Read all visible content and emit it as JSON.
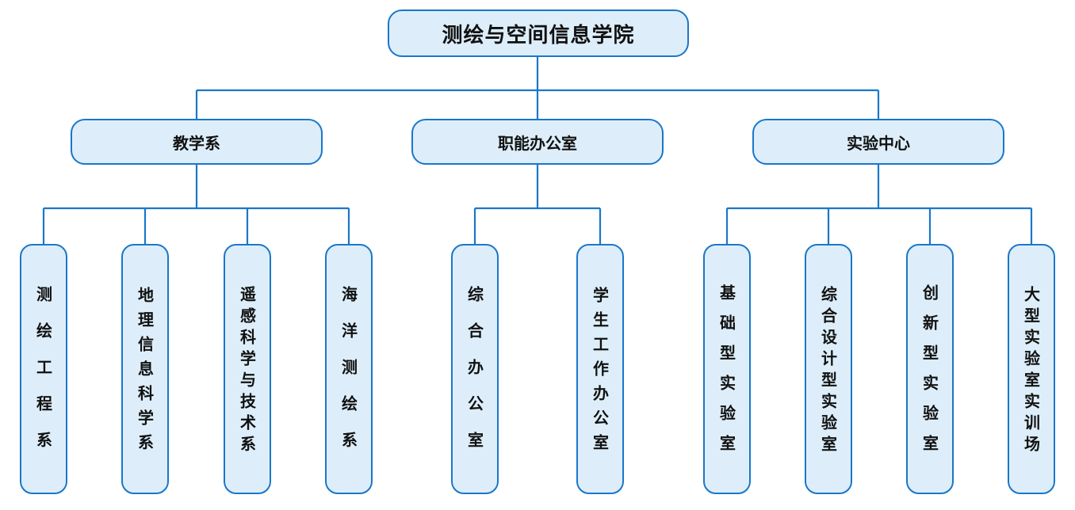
{
  "root": {
    "label": "测绘与空间信息学院"
  },
  "groups": [
    {
      "label": "教学系",
      "children": [
        "测绘工程系",
        "地理信息科学系",
        "遥感科学与技术系",
        "海洋测绘系"
      ]
    },
    {
      "label": "职能办公室",
      "children": [
        "综合办公室",
        "学生工作办公室"
      ]
    },
    {
      "label": "实验中心",
      "children": [
        "基础型实验室",
        "综合设计型实验室",
        "创新型实验室",
        "大型实验室实训场"
      ]
    }
  ],
  "colors": {
    "line": "#1a77c9",
    "fill": "#ddeefa",
    "border": "#1a77c9"
  }
}
